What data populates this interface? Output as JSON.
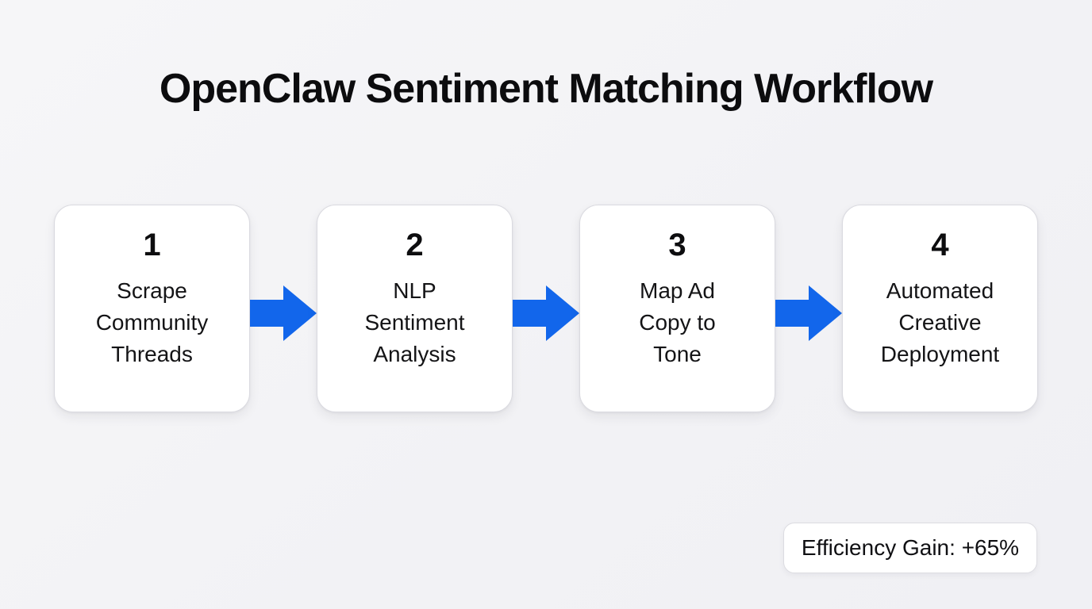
{
  "title": "OpenClaw Sentiment Matching Workflow",
  "steps": [
    {
      "number": "1",
      "label": "Scrape Community Threads"
    },
    {
      "number": "2",
      "label": "NLP Sentiment Analysis"
    },
    {
      "number": "3",
      "label": "Map Ad Copy to Tone"
    },
    {
      "number": "4",
      "label": "Automated Creative Deployment"
    }
  ],
  "badge": {
    "label": "Efficiency Gain: +65%"
  },
  "icons": {
    "between_steps": "arrow-right-icon"
  },
  "colors": {
    "arrow": "#1266EB",
    "background": "#F3F3F6",
    "box_background": "#FFFFFF",
    "box_border": "#DADAE0",
    "text": "#101013"
  }
}
